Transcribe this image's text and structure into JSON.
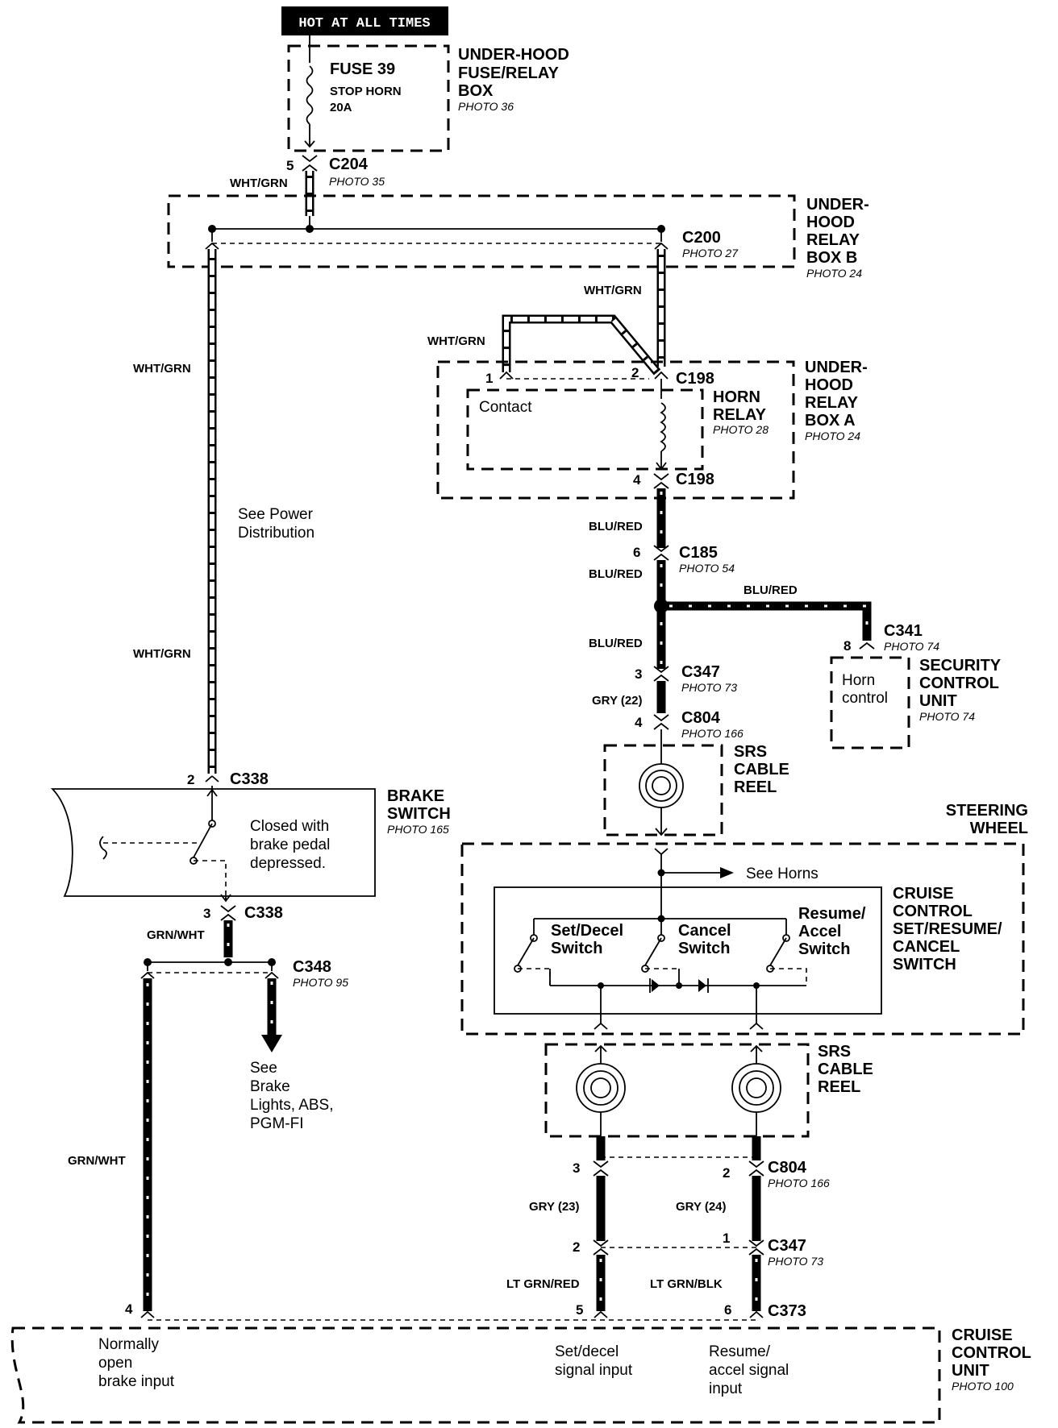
{
  "header": {
    "hot_label": "HOT AT ALL TIMES"
  },
  "fuse_box": {
    "title_1": "UNDER-HOOD",
    "title_2": "FUSE/RELAY",
    "title_3": "BOX",
    "photo": "PHOTO 36",
    "fuse_name": "FUSE 39",
    "fuse_desc": "STOP HORN",
    "fuse_amp": "20A"
  },
  "c204": {
    "pin": "5",
    "name": "C204",
    "photo": "PHOTO 35",
    "wire": "WHT/GRN"
  },
  "relay_box_b": {
    "t1": "UNDER-",
    "t2": "HOOD",
    "t3": "RELAY",
    "t4": "BOX B",
    "photo": "PHOTO 24"
  },
  "c200": {
    "name": "C200",
    "photo": "PHOTO 27"
  },
  "wire_labels": {
    "whtgrn_upper_right": "WHT/GRN",
    "whtgrn_relay_left": "WHT/GRN",
    "whtgrn_left_upper": "WHT/GRN",
    "whtgrn_left_lower": "WHT/GRN",
    "blured_1": "BLU/RED",
    "blured_2": "BLU/RED",
    "blured_3": "BLU/RED",
    "blured_branch": "BLU/RED",
    "gry22": "GRY (22)",
    "grnwht_1": "GRN/WHT",
    "grnwht_2": "GRN/WHT",
    "gry23": "GRY (23)",
    "gry24": "GRY (24)",
    "ltgrnred": "LT GRN/RED",
    "ltgrnblk": "LT GRN/BLK"
  },
  "relay_box_a": {
    "t1": "UNDER-",
    "t2": "HOOD",
    "t3": "RELAY",
    "t4": "BOX A",
    "photo": "PHOTO 24"
  },
  "horn_relay": {
    "t1": "HORN",
    "t2": "RELAY",
    "photo": "PHOTO 28",
    "contact": "Contact",
    "pin1": "1",
    "pin2": "2",
    "pin4": "4",
    "c198_top": "C198",
    "c198_bot": "C198"
  },
  "power_note": {
    "l1": "See Power",
    "l2": "Distribution"
  },
  "c185": {
    "pin": "6",
    "name": "C185",
    "photo": "PHOTO 54"
  },
  "c341": {
    "pin": "8",
    "name": "C341",
    "photo": "PHOTO 74"
  },
  "security": {
    "t1": "SECURITY",
    "t2": "CONTROL",
    "t3": "UNIT",
    "photo": "PHOTO 74",
    "in1": "Horn",
    "in2": "control"
  },
  "c347_top": {
    "pin": "3",
    "name": "C347",
    "photo": "PHOTO 73"
  },
  "c804_top": {
    "pin": "4",
    "name": "C804",
    "photo": "PHOTO 166"
  },
  "srs_top": {
    "t1": "SRS",
    "t2": "CABLE",
    "t3": "REEL"
  },
  "c338_top": {
    "pin": "2",
    "name": "C338"
  },
  "brake": {
    "t1": "BRAKE",
    "t2": "SWITCH",
    "photo": "PHOTO 165",
    "d1": "Closed with",
    "d2": "brake pedal",
    "d3": "depressed."
  },
  "c338_bot": {
    "pin": "3",
    "name": "C338"
  },
  "c348": {
    "name": "C348",
    "photo": "PHOTO 95"
  },
  "see_brake": {
    "l1": "See",
    "l2": "Brake",
    "l3": "Lights, ABS,",
    "l4": "PGM-FI"
  },
  "steering": {
    "t1": "STEERING",
    "t2": "WHEEL"
  },
  "see_horns": "See Horns",
  "cruise_switch": {
    "t1": "CRUISE",
    "t2": "CONTROL",
    "t3": "SET/RESUME/",
    "t4": "CANCEL",
    "t5": "SWITCH",
    "s1a": "Set/Decel",
    "s1b": "Switch",
    "s2a": "Cancel",
    "s2b": "Switch",
    "s3a": "Resume/",
    "s3b": "Accel",
    "s3c": "Switch"
  },
  "srs_bot": {
    "t1": "SRS",
    "t2": "CABLE",
    "t3": "REEL"
  },
  "c804_bot": {
    "pin_l": "3",
    "pin_r": "2",
    "name": "C804",
    "photo": "PHOTO 166"
  },
  "c347_bot": {
    "pin_l": "2",
    "pin_r": "1",
    "name": "C347",
    "photo": "PHOTO 73"
  },
  "c373": {
    "pin_l": "5",
    "pin_r": "6",
    "name": "C373"
  },
  "ccu": {
    "t1": "CRUISE",
    "t2": "CONTROL",
    "t3": "UNIT",
    "photo": "PHOTO 100",
    "pin4": "4",
    "in1a": "Normally",
    "in1b": "open",
    "in1c": "brake input",
    "in2a": "Set/decel",
    "in2b": "signal input",
    "in3a": "Resume/",
    "in3b": "accel signal",
    "in3c": "input"
  }
}
